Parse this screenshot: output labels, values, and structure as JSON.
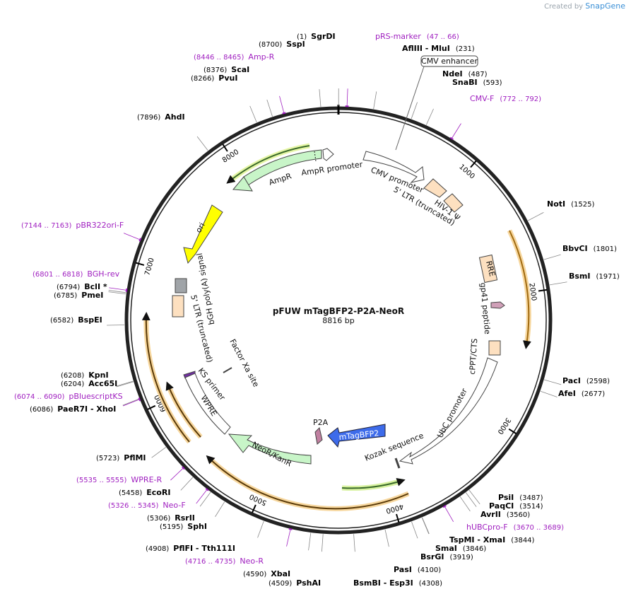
{
  "brand": {
    "prefix": "Created by",
    "name": "SnapGene"
  },
  "plasmid": {
    "name": "pFUW mTagBFP2-P2A-NeoR",
    "length_label": "8816 bp",
    "length": 8816
  },
  "colors": {
    "enzyme": "#000000",
    "primer": "#a020c0",
    "feature_fill": "#ffffff",
    "ampr": "#c8f5c8",
    "ori": "#ffff00",
    "blue": "#3d6bea",
    "peach": "#fde0c0",
    "gray": "#a0a4a8",
    "orange": "#f0a030",
    "green": "#5a9a3a"
  },
  "ticks": [
    1000,
    2000,
    3000,
    4000,
    5000,
    6000,
    7000,
    8000
  ],
  "enzymes": [
    {
      "name": "SgrDI",
      "pos": "(1)",
      "bp": 1
    },
    {
      "name": "SspI",
      "pos": "(8700)",
      "bp": 8700
    },
    {
      "name": "AflIII  -  MluI",
      "pos": "(231)",
      "bp": 231
    },
    {
      "name": "ScaI",
      "pos": "(8376)",
      "bp": 8376
    },
    {
      "name": "PvuI",
      "pos": "(8266)",
      "bp": 8266
    },
    {
      "name": "NdeI",
      "pos": "(487)",
      "bp": 487
    },
    {
      "name": "SnaBI",
      "pos": "(593)",
      "bp": 593
    },
    {
      "name": "AhdI",
      "pos": "(7896)",
      "bp": 7896
    },
    {
      "name": "NotI",
      "pos": "(1525)",
      "bp": 1525
    },
    {
      "name": "BbvCI",
      "pos": "(1801)",
      "bp": 1801
    },
    {
      "name": "BsmI",
      "pos": "(1971)",
      "bp": 1971
    },
    {
      "name": "BclI *",
      "pos": "(6794)",
      "bp": 6794
    },
    {
      "name": "PmeI",
      "pos": "(6785)",
      "bp": 6785
    },
    {
      "name": "BspEI",
      "pos": "(6582)",
      "bp": 6582
    },
    {
      "name": "PacI",
      "pos": "(2598)",
      "bp": 2598
    },
    {
      "name": "AfeI",
      "pos": "(2677)",
      "bp": 2677
    },
    {
      "name": "KpnI",
      "pos": "(6208)",
      "bp": 6208
    },
    {
      "name": "Acc65I",
      "pos": "(6204)",
      "bp": 6204
    },
    {
      "name": "PaeR7I   -  XhoI",
      "pos": "(6086)",
      "bp": 6086
    },
    {
      "name": "PflMI",
      "pos": "(5723)",
      "bp": 5723
    },
    {
      "name": "EcoRI",
      "pos": "(5458)",
      "bp": 5458
    },
    {
      "name": "RsrII",
      "pos": "(5306)",
      "bp": 5306
    },
    {
      "name": "SphI",
      "pos": "(5195)",
      "bp": 5195
    },
    {
      "name": "PflFI  -  Tth111I",
      "pos": "(4908)",
      "bp": 4908
    },
    {
      "name": "PsiI",
      "pos": "(3487)",
      "bp": 3487
    },
    {
      "name": "PaqCI",
      "pos": "(3514)",
      "bp": 3514
    },
    {
      "name": "AvrII",
      "pos": "(3560)",
      "bp": 3560
    },
    {
      "name": "TspMI  -  XmaI",
      "pos": "(3844)",
      "bp": 3844
    },
    {
      "name": "SmaI",
      "pos": "(3846)",
      "bp": 3846
    },
    {
      "name": "BsrGI",
      "pos": "(3919)",
      "bp": 3919
    },
    {
      "name": "PasI",
      "pos": "(4100)",
      "bp": 4100
    },
    {
      "name": "XbaI",
      "pos": "(4590)",
      "bp": 4590
    },
    {
      "name": "PshAI",
      "pos": "(4509)",
      "bp": 4509
    },
    {
      "name": "BsmBI  -  Esp3I",
      "pos": "(4308)",
      "bp": 4308
    }
  ],
  "primers": [
    {
      "name": "pRS-marker",
      "range": "(47 .. 66)",
      "bp": 56
    },
    {
      "name": "Amp-R",
      "range": "(8446 .. 8465)",
      "bp": 8455
    },
    {
      "name": "CMV-F",
      "range": "(772 .. 792)",
      "bp": 782
    },
    {
      "name": "pBR322ori-F",
      "range": "(7144 .. 7163)",
      "bp": 7153
    },
    {
      "name": "BGH-rev",
      "range": "(6801 .. 6818)",
      "bp": 6810
    },
    {
      "name": "pBluescriptKS",
      "range": "(6074 .. 6090)",
      "bp": 6082
    },
    {
      "name": "WPRE-R",
      "range": "(5535 .. 5555)",
      "bp": 5545
    },
    {
      "name": "Neo-F",
      "range": "(5326 .. 5345)",
      "bp": 5335
    },
    {
      "name": "Neo-R",
      "range": "(4716 .. 4735)",
      "bp": 4725
    },
    {
      "name": "hUBCpro-F",
      "range": "(3670 .. 3689)",
      "bp": 3680
    }
  ],
  "features": {
    "cmv_enhancer": "CMV enhancer",
    "ampr_promoter": "AmpR promoter",
    "ampr": "AmpR",
    "cmv_promoter": "CMV promoter",
    "ltr5_top": "5' LTR (truncated)",
    "hiv_psi": "HIV-1 Ψ",
    "ori": "ori",
    "rre": "RRE",
    "gp41": "gp41 peptide",
    "bgh": "bGH poly(A) signal",
    "ltr5_left": "5' LTR (truncated)",
    "cppt": "cPPT/CTS",
    "factor_xa": "Factor Xa site",
    "ks_primer": "KS primer",
    "wpre": "WPRE",
    "ubc": "UbC promoter",
    "p2a": "P2A",
    "mtagbfp2": "mTagBFP2",
    "kozak": "Kozak sequence",
    "neor": "NeoR/KanR"
  }
}
